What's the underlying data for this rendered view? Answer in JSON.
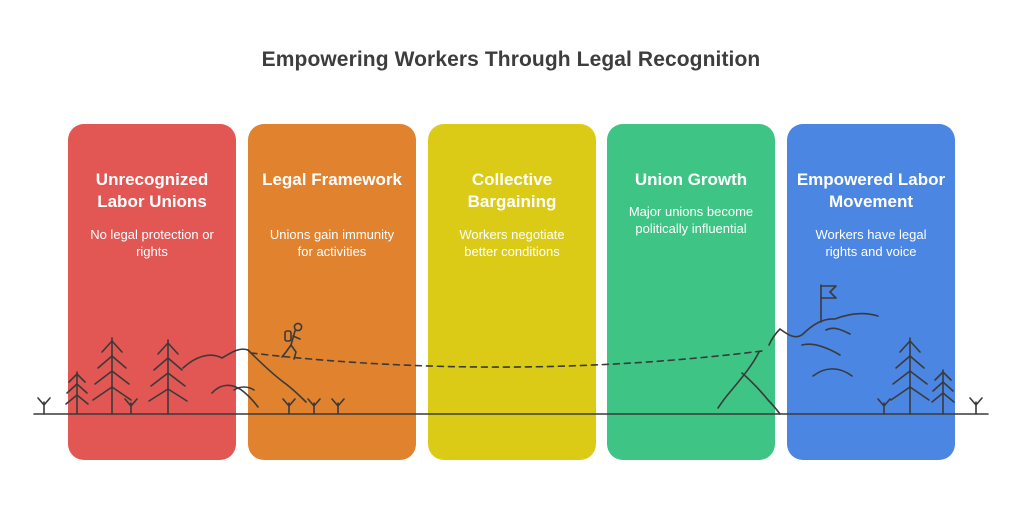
{
  "title": "Empowering Workers Through Legal Recognition",
  "stages": [
    {
      "title": "Unrecognized Labor Unions",
      "description": "No legal protection or rights",
      "color": "#e25753"
    },
    {
      "title": "Legal Framework",
      "description": "Unions gain immunity for activities",
      "color": "#e0822e"
    },
    {
      "title": "Collective Bargaining",
      "description": "Workers negotiate better conditions",
      "color": "#dccb16"
    },
    {
      "title": "Union Growth",
      "description": "Major unions become politically influential",
      "color": "#3ec585"
    },
    {
      "title": "Empowered Labor Movement",
      "description": "Workers have legal rights and voice",
      "color": "#4a86e2"
    }
  ]
}
